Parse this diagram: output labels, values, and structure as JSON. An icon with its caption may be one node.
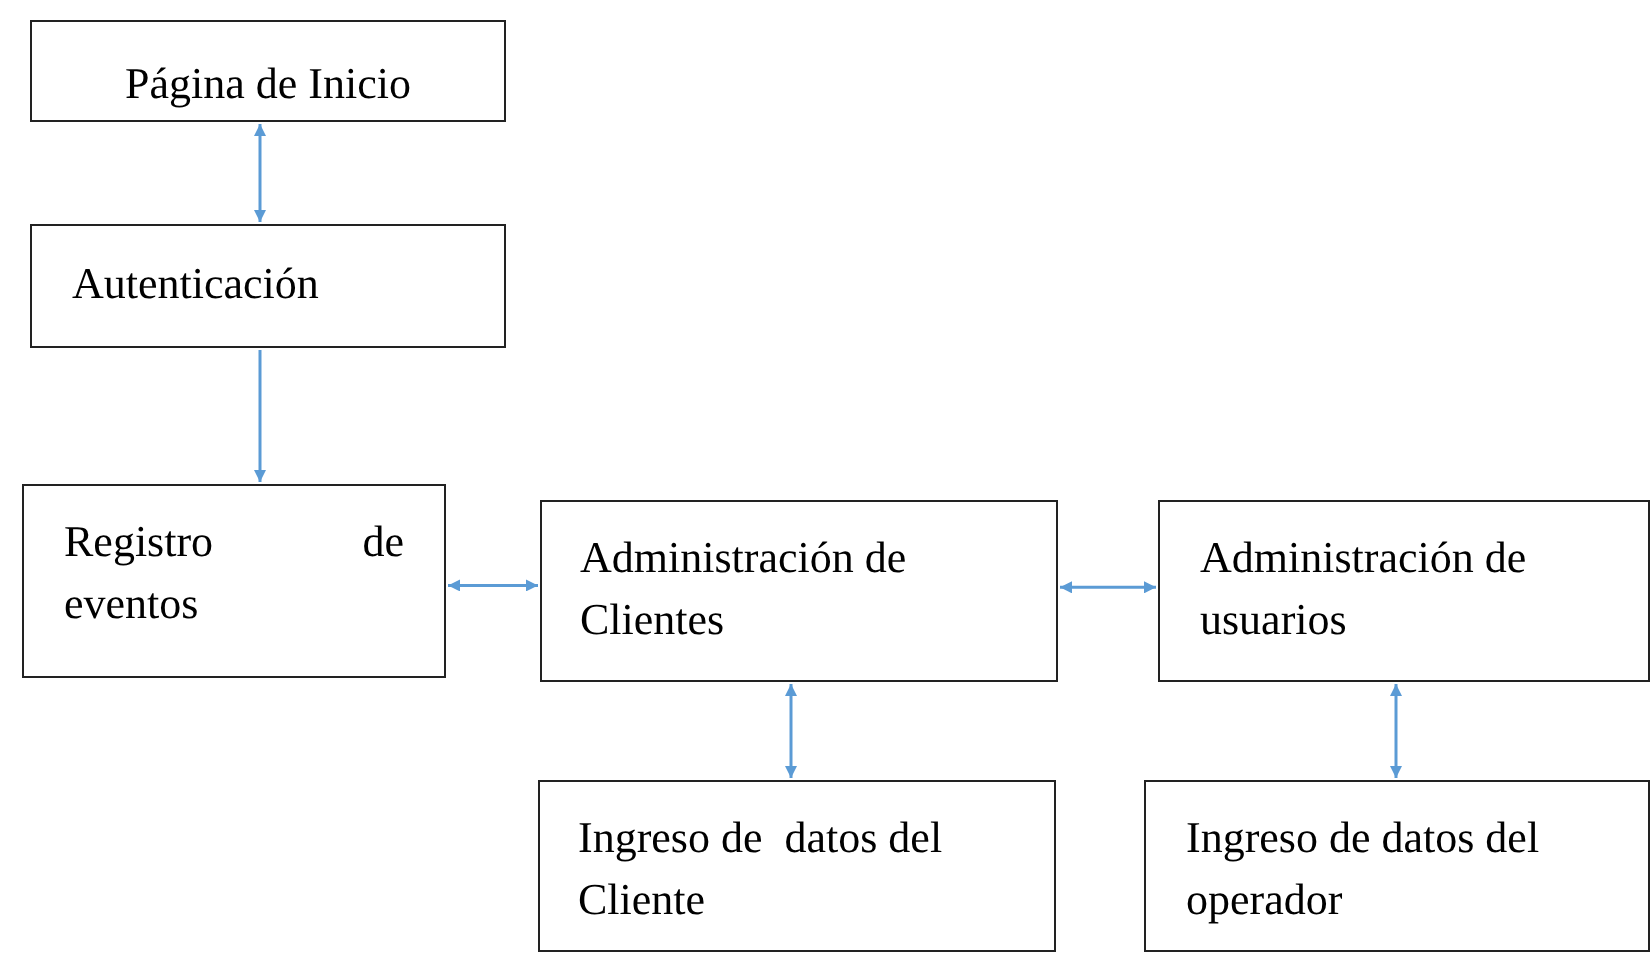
{
  "diagram": {
    "nodes": [
      {
        "text": [
          "Página de Inicio"
        ]
      },
      {
        "text": [
          "Autenticación"
        ]
      },
      {
        "text": [
          "Registro de eventos"
        ]
      },
      {
        "text": [
          "Administración de Clientes"
        ]
      },
      {
        "text": [
          "Administración de usuarios"
        ]
      },
      {
        "text": [
          "Ingreso de  datos del Cliente"
        ]
      },
      {
        "text": [
          "Ingreso de datos del operador"
        ]
      }
    ],
    "edges": [
      {
        "from": 0,
        "to": 1,
        "arrow": "both"
      },
      {
        "from": 1,
        "to": 2,
        "arrow": "to"
      },
      {
        "from": 2,
        "to": 3,
        "arrow": "both"
      },
      {
        "from": 3,
        "to": 4,
        "arrow": "both"
      },
      {
        "from": 3,
        "to": 5,
        "arrow": "both"
      },
      {
        "from": 4,
        "to": 6,
        "arrow": "both"
      }
    ]
  }
}
